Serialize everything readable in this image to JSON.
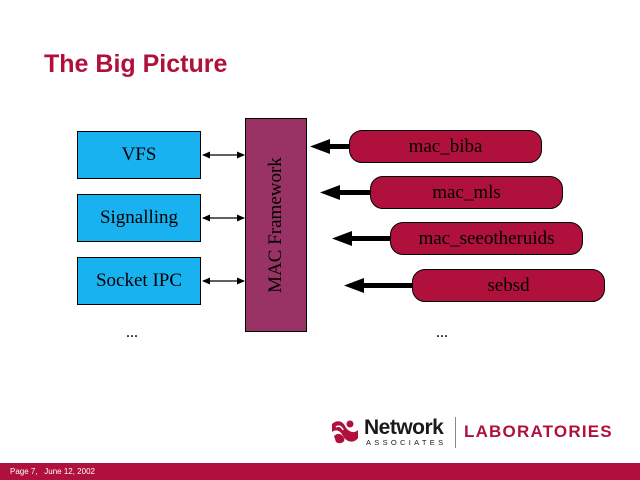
{
  "slide": {
    "title": "The Big Picture"
  },
  "left_boxes": [
    "VFS",
    "Signalling",
    "Socket IPC"
  ],
  "left_ellipsis": "...",
  "framework": {
    "label": "MAC Framework"
  },
  "policies": [
    "mac_biba",
    "mac_mls",
    "mac_seeotheruids",
    "sebsd"
  ],
  "right_ellipsis": "...",
  "logo": {
    "brand": "Network",
    "tagline": "ASSOCIATES",
    "division": "LABORATORIES"
  },
  "footer": {
    "page": "Page 7,",
    "date": "June 12, 2002"
  },
  "colors": {
    "accent": "#b0103c",
    "box_fill": "#19b2f0",
    "framework_fill": "#993366"
  }
}
